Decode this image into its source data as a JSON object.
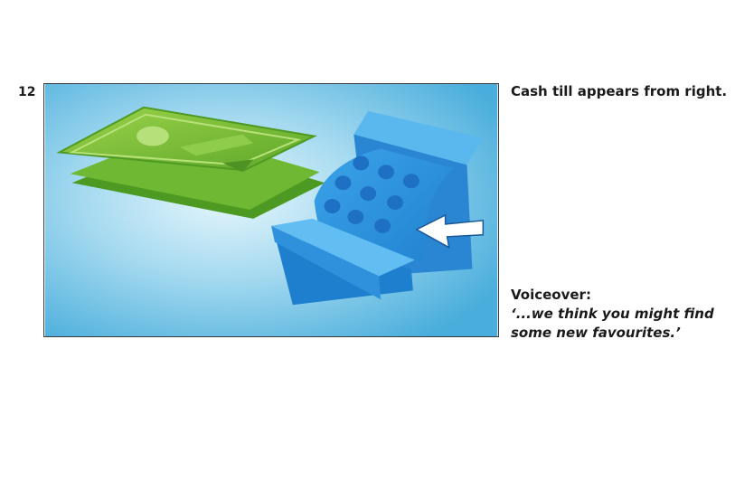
{
  "frame": {
    "number": "12",
    "direction": "Cash till appears from right.",
    "voiceover_label": "Voiceover:",
    "voiceover_lines": [
      "‘...we think you might find",
      "some new favourites.’"
    ]
  },
  "illustration": {
    "icons": [
      "banknotes-icon",
      "cash-register-icon",
      "arrow-left-icon"
    ],
    "colors": {
      "background": "#5bb8e0",
      "banknote": "#7ec23a",
      "register": "#2f8fd8",
      "arrow": "#ffffff"
    }
  }
}
